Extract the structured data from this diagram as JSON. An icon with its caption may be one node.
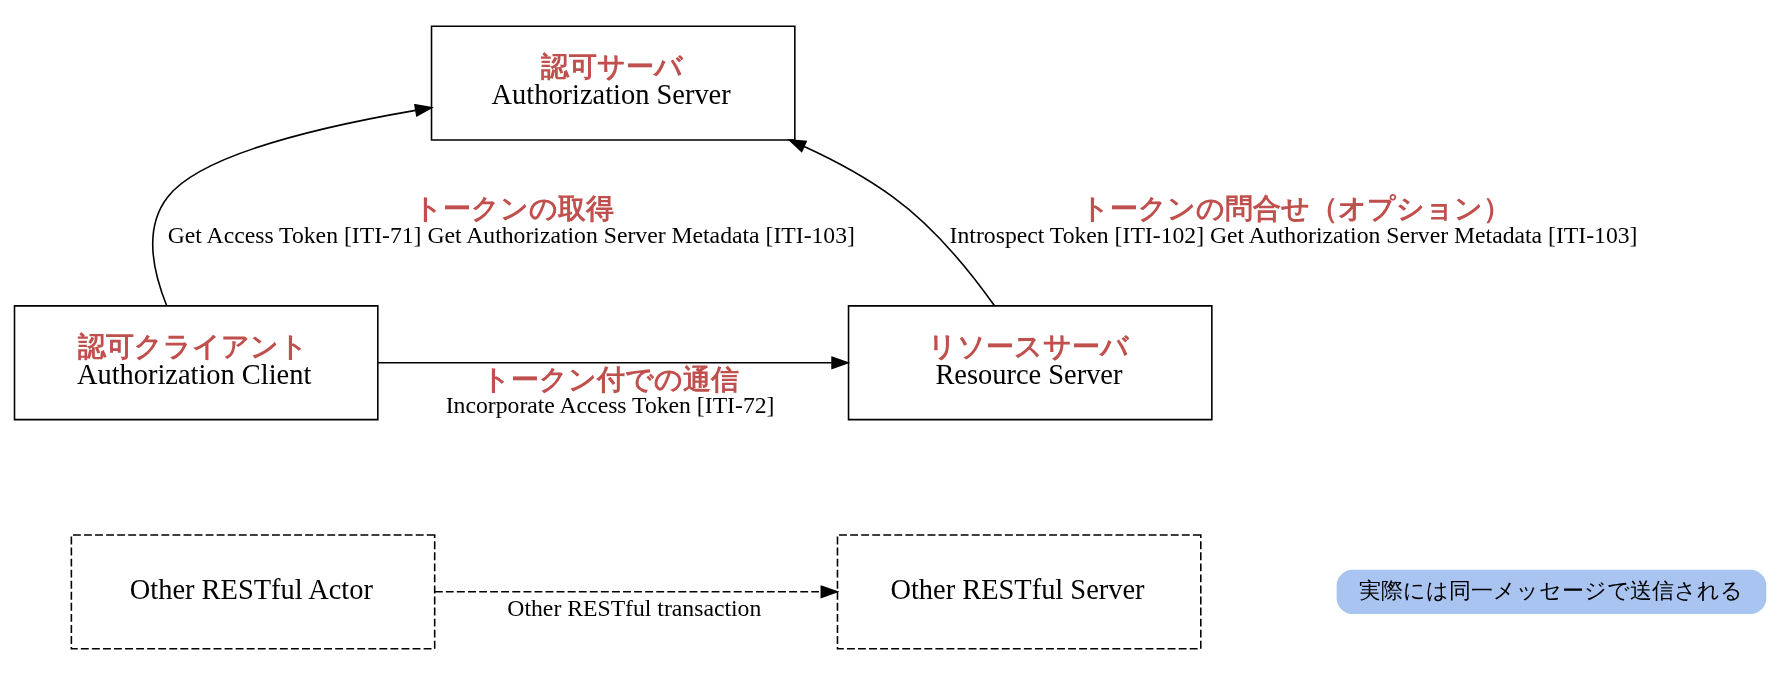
{
  "diagram": {
    "nodes": [
      {
        "text": [
          "認可サーバ",
          "Authorization Server"
        ]
      },
      {
        "text": [
          "認可クライアント",
          "Authorization Client"
        ]
      },
      {
        "text": [
          "Other RESTful Actor"
        ]
      },
      {
        "text": [
          "リソースサーバ",
          "Resource Server"
        ]
      },
      {
        "text": [
          "Other RESTful Server"
        ]
      }
    ],
    "edges": [
      {
        "from": 1,
        "to": 0,
        "arrow": "to",
        "label": "Get Access Token [ITI-71] Get Authorization Server Metadata [ITI-103]"
      },
      {
        "from": 3,
        "to": 0,
        "arrow": "to",
        "label": "Introspect Token [ITI-102] Get Authorization Server Metadata [ITI-103]"
      },
      {
        "from": 1,
        "to": 3,
        "arrow": "to",
        "label": "Incorporate Access Token [ITI-72]"
      },
      {
        "from": 2,
        "to": 4,
        "arrow": "to",
        "label": "Other RESTful transaction",
        "style": "dashed"
      }
    ],
    "labels": [
      "トークンの取得",
      "トークンの問合せ（オプション）",
      "トークン付での通信",
      "実際には同一メッセージで送信される"
    ]
  }
}
